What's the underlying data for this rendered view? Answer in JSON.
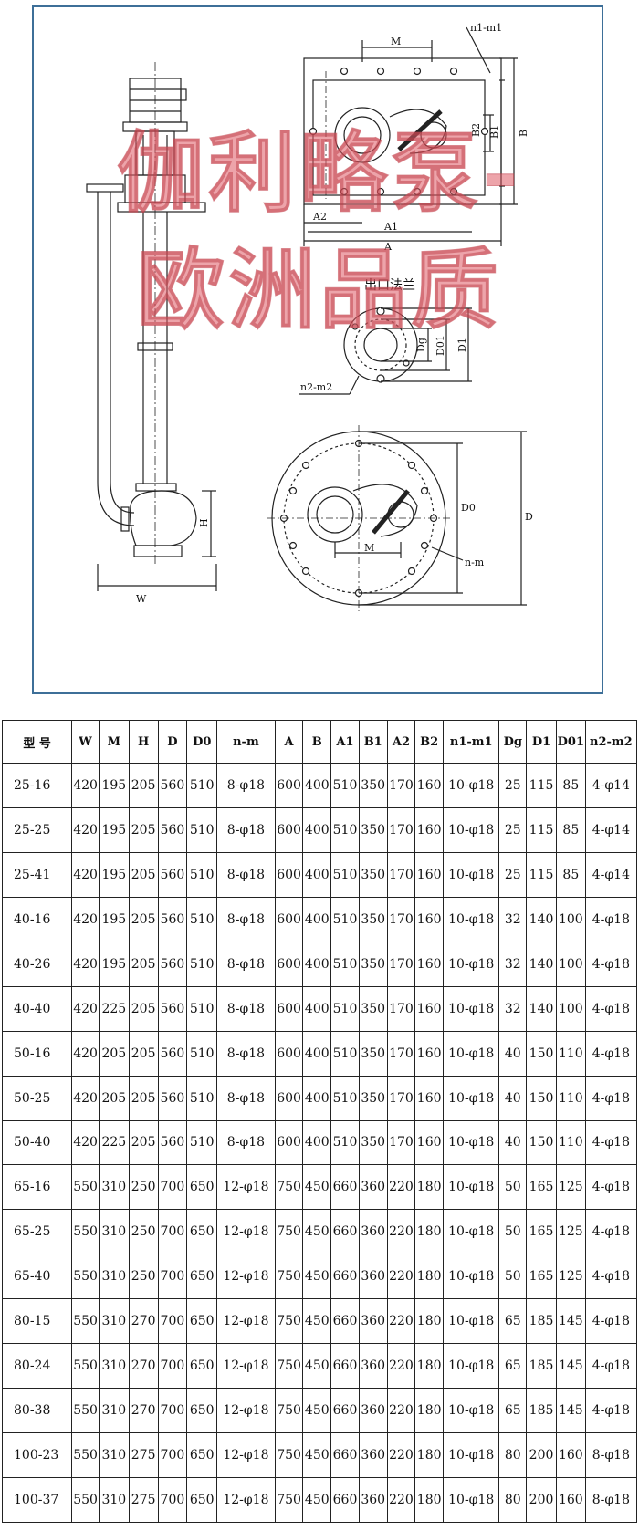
{
  "drawing": {
    "outlet_flange_title": "出口法兰",
    "labels": {
      "M": "M",
      "n1_m1": "n1-m1",
      "B2": "B2",
      "B1": "B1",
      "B": "B",
      "A2": "A2",
      "A1": "A1",
      "A": "A",
      "Dg": "Dg",
      "D01": "D01",
      "D1": "D1",
      "n2_m2": "n2-m2",
      "H": "H",
      "W": "W",
      "D0": "D0",
      "D": "D",
      "n_m": "n-m"
    }
  },
  "watermark": {
    "line1": "伽利略泵-",
    "line2": "欧洲品质"
  },
  "table": {
    "headers": [
      "型 号",
      "W",
      "M",
      "H",
      "D",
      "D0",
      "n-m",
      "A",
      "B",
      "A1",
      "B1",
      "A2",
      "B2",
      "n1-m1",
      "Dg",
      "D1",
      "D01",
      "n2-m2"
    ],
    "rows": [
      [
        "25-16",
        "420",
        "195",
        "205",
        "560",
        "510",
        "8-φ18",
        "600",
        "400",
        "510",
        "350",
        "170",
        "160",
        "10-φ18",
        "25",
        "115",
        "85",
        "4-φ14"
      ],
      [
        "25-25",
        "420",
        "195",
        "205",
        "560",
        "510",
        "8-φ18",
        "600",
        "400",
        "510",
        "350",
        "170",
        "160",
        "10-φ18",
        "25",
        "115",
        "85",
        "4-φ14"
      ],
      [
        "25-41",
        "420",
        "195",
        "205",
        "560",
        "510",
        "8-φ18",
        "600",
        "400",
        "510",
        "350",
        "170",
        "160",
        "10-φ18",
        "25",
        "115",
        "85",
        "4-φ14"
      ],
      [
        "40-16",
        "420",
        "195",
        "205",
        "560",
        "510",
        "8-φ18",
        "600",
        "400",
        "510",
        "350",
        "170",
        "160",
        "10-φ18",
        "32",
        "140",
        "100",
        "4-φ18"
      ],
      [
        "40-26",
        "420",
        "195",
        "205",
        "560",
        "510",
        "8-φ18",
        "600",
        "400",
        "510",
        "350",
        "170",
        "160",
        "10-φ18",
        "32",
        "140",
        "100",
        "4-φ18"
      ],
      [
        "40-40",
        "420",
        "225",
        "205",
        "560",
        "510",
        "8-φ18",
        "600",
        "400",
        "510",
        "350",
        "170",
        "160",
        "10-φ18",
        "32",
        "140",
        "100",
        "4-φ18"
      ],
      [
        "50-16",
        "420",
        "205",
        "205",
        "560",
        "510",
        "8-φ18",
        "600",
        "400",
        "510",
        "350",
        "170",
        "160",
        "10-φ18",
        "40",
        "150",
        "110",
        "4-φ18"
      ],
      [
        "50-25",
        "420",
        "205",
        "205",
        "560",
        "510",
        "8-φ18",
        "600",
        "400",
        "510",
        "350",
        "170",
        "160",
        "10-φ18",
        "40",
        "150",
        "110",
        "4-φ18"
      ],
      [
        "50-40",
        "420",
        "225",
        "205",
        "560",
        "510",
        "8-φ18",
        "600",
        "400",
        "510",
        "350",
        "170",
        "160",
        "10-φ18",
        "40",
        "150",
        "110",
        "4-φ18"
      ],
      [
        "65-16",
        "550",
        "310",
        "250",
        "700",
        "650",
        "12-φ18",
        "750",
        "450",
        "660",
        "360",
        "220",
        "180",
        "10-φ18",
        "50",
        "165",
        "125",
        "4-φ18"
      ],
      [
        "65-25",
        "550",
        "310",
        "250",
        "700",
        "650",
        "12-φ18",
        "750",
        "450",
        "660",
        "360",
        "220",
        "180",
        "10-φ18",
        "50",
        "165",
        "125",
        "4-φ18"
      ],
      [
        "65-40",
        "550",
        "310",
        "250",
        "700",
        "650",
        "12-φ18",
        "750",
        "450",
        "660",
        "360",
        "220",
        "180",
        "10-φ18",
        "50",
        "165",
        "125",
        "4-φ18"
      ],
      [
        "80-15",
        "550",
        "310",
        "270",
        "700",
        "650",
        "12-φ18",
        "750",
        "450",
        "660",
        "360",
        "220",
        "180",
        "10-φ18",
        "65",
        "185",
        "145",
        "4-φ18"
      ],
      [
        "80-24",
        "550",
        "310",
        "270",
        "700",
        "650",
        "12-φ18",
        "750",
        "450",
        "660",
        "360",
        "220",
        "180",
        "10-φ18",
        "65",
        "185",
        "145",
        "4-φ18"
      ],
      [
        "80-38",
        "550",
        "310",
        "270",
        "700",
        "650",
        "12-φ18",
        "750",
        "450",
        "660",
        "360",
        "220",
        "180",
        "10-φ18",
        "65",
        "185",
        "145",
        "4-φ18"
      ],
      [
        "100-23",
        "550",
        "310",
        "275",
        "700",
        "650",
        "12-φ18",
        "750",
        "450",
        "660",
        "360",
        "220",
        "180",
        "10-φ18",
        "80",
        "200",
        "160",
        "8-φ18"
      ],
      [
        "100-37",
        "550",
        "310",
        "275",
        "700",
        "650",
        "12-φ18",
        "750",
        "450",
        "660",
        "360",
        "220",
        "180",
        "10-φ18",
        "80",
        "200",
        "160",
        "8-φ18"
      ]
    ]
  }
}
